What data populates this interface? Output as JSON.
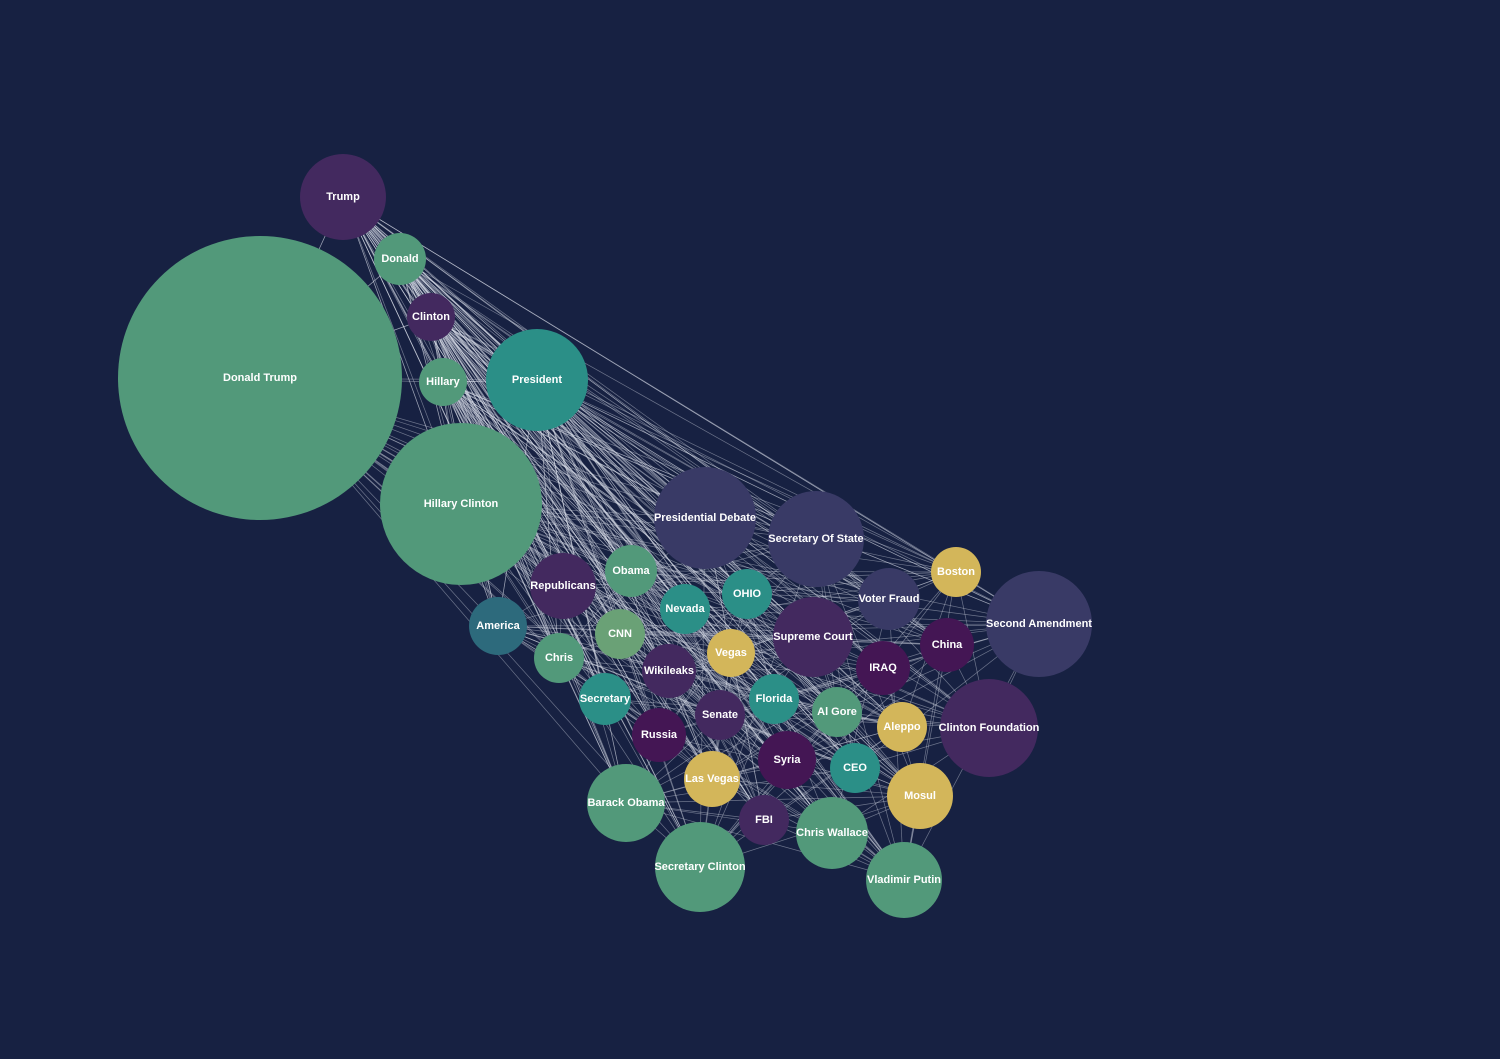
{
  "colors": {
    "background": "#172142",
    "green": "#52997a",
    "purple": "#43295f",
    "deep-purple": "#441654",
    "slate": "#393a66",
    "teal": "#2b8f87",
    "steel": "#2d6a7c",
    "sage": "#6aa176",
    "gold": "#d3b65a",
    "edge": "#d8dbe6"
  },
  "nodes": [
    {
      "id": "trump",
      "label": "Trump",
      "color": "purple"
    },
    {
      "id": "donald",
      "label": "Donald",
      "color": "green"
    },
    {
      "id": "clinton",
      "label": "Clinton",
      "color": "purple"
    },
    {
      "id": "donald-trump",
      "label": "Donald Trump",
      "color": "green"
    },
    {
      "id": "hillary",
      "label": "Hillary",
      "color": "green"
    },
    {
      "id": "president",
      "label": "President",
      "color": "teal"
    },
    {
      "id": "hillary-clinton",
      "label": "Hillary Clinton",
      "color": "green"
    },
    {
      "id": "presidential-debate",
      "label": "Presidential Debate",
      "color": "slate"
    },
    {
      "id": "secretary-of-state",
      "label": "Secretary Of State",
      "color": "slate"
    },
    {
      "id": "boston",
      "label": "Boston",
      "color": "gold"
    },
    {
      "id": "voter-fraud",
      "label": "Voter Fraud",
      "color": "slate"
    },
    {
      "id": "second-amendment",
      "label": "Second Amendment",
      "color": "slate"
    },
    {
      "id": "obama",
      "label": "Obama",
      "color": "green"
    },
    {
      "id": "republicans",
      "label": "Republicans",
      "color": "purple"
    },
    {
      "id": "ohio",
      "label": "OHIO",
      "color": "teal"
    },
    {
      "id": "nevada",
      "label": "Nevada",
      "color": "teal"
    },
    {
      "id": "america",
      "label": "America",
      "color": "steel"
    },
    {
      "id": "cnn",
      "label": "CNN",
      "color": "sage"
    },
    {
      "id": "supreme-court",
      "label": "Supreme Court",
      "color": "purple"
    },
    {
      "id": "china",
      "label": "China",
      "color": "deep-purple"
    },
    {
      "id": "chris",
      "label": "Chris",
      "color": "green"
    },
    {
      "id": "vegas",
      "label": "Vegas",
      "color": "gold"
    },
    {
      "id": "iraq",
      "label": "IRAQ",
      "color": "deep-purple"
    },
    {
      "id": "wikileaks",
      "label": "Wikileaks",
      "color": "purple"
    },
    {
      "id": "secretary",
      "label": "Secretary",
      "color": "teal"
    },
    {
      "id": "florida",
      "label": "Florida",
      "color": "teal"
    },
    {
      "id": "al-gore",
      "label": "Al Gore",
      "color": "green"
    },
    {
      "id": "senate",
      "label": "Senate",
      "color": "purple"
    },
    {
      "id": "aleppo",
      "label": "Aleppo",
      "color": "gold"
    },
    {
      "id": "clinton-foundation",
      "label": "Clinton Foundation",
      "color": "purple"
    },
    {
      "id": "russia",
      "label": "Russia",
      "color": "deep-purple"
    },
    {
      "id": "syria",
      "label": "Syria",
      "color": "deep-purple"
    },
    {
      "id": "ceo",
      "label": "CEO",
      "color": "teal"
    },
    {
      "id": "las-vegas",
      "label": "Las Vegas",
      "color": "gold"
    },
    {
      "id": "barack-obama",
      "label": "Barack Obama",
      "color": "green"
    },
    {
      "id": "mosul",
      "label": "Mosul",
      "color": "gold"
    },
    {
      "id": "fbi",
      "label": "FBI",
      "color": "purple"
    },
    {
      "id": "chris-wallace",
      "label": "Chris Wallace",
      "color": "green"
    },
    {
      "id": "secretary-clinton",
      "label": "Secretary Clinton",
      "color": "green"
    },
    {
      "id": "vladimir-putin",
      "label": "Vladimir Putin",
      "color": "green"
    }
  ]
}
